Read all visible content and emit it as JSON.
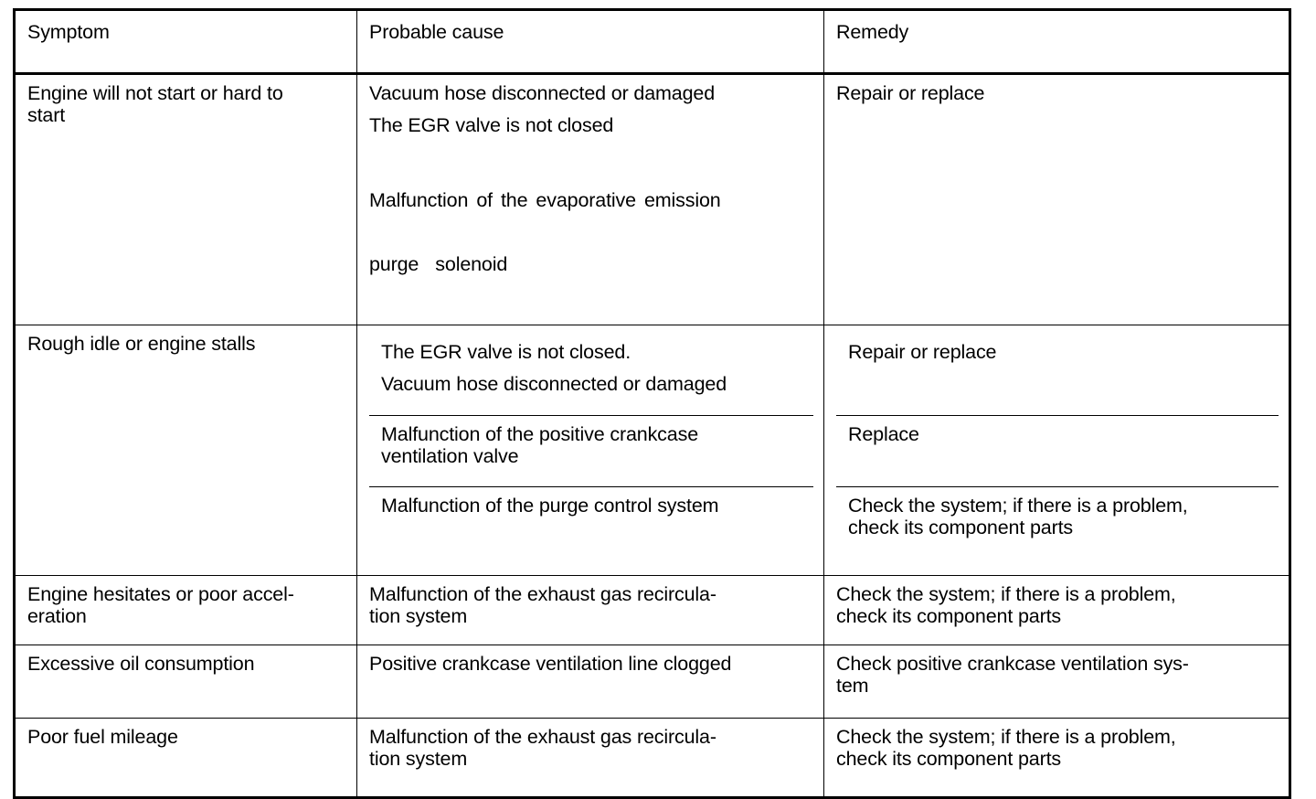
{
  "document": {
    "kind": "troubleshooting-table",
    "ink_color": "#000000",
    "paper_color": "#ffffff"
  },
  "table": {
    "headers": {
      "symptom": "Symptom",
      "cause": "Probable cause",
      "remedy": "Remedy"
    },
    "rows": [
      {
        "id": "engine-will-not-start",
        "symptom_lines": [
          "Engine will not start or hard to",
          "start"
        ],
        "causes": [
          {
            "lines": [
              "Vacuum hose disconnected or damaged",
              "The EGR valve is not closed"
            ],
            "justified_lines": [
              "Malfunction of the evaporative emission",
              "purge  solenoid"
            ]
          }
        ],
        "remedies": [
          {
            "lines": [
              "Repair or replace"
            ]
          }
        ]
      },
      {
        "id": "rough-idle-or-engine-stalls",
        "symptom_lines": [
          "Rough idle or engine stalls"
        ],
        "causes": [
          {
            "lines": [
              "The EGR valve is not closed.",
              "Vacuum hose disconnected or damaged"
            ]
          },
          {
            "lines": [
              "Malfunction of the positive crankcase",
              "ventilation valve"
            ]
          },
          {
            "lines": [
              "Malfunction of the purge control system"
            ]
          }
        ],
        "remedies": [
          {
            "lines": [
              "Repair or replace"
            ]
          },
          {
            "lines": [
              "Replace"
            ]
          },
          {
            "lines": [
              "Check the system; if there is a problem,",
              "check its component parts"
            ]
          }
        ]
      },
      {
        "id": "engine-hesitates",
        "symptom_lines": [
          "Engine hesitates or poor accel-",
          "eration"
        ],
        "causes": [
          {
            "lines": [
              "Malfunction of the exhaust gas recircula-",
              "tion system"
            ]
          }
        ],
        "remedies": [
          {
            "lines": [
              "Check the system; if there is a problem,",
              "check its component parts"
            ]
          }
        ]
      },
      {
        "id": "excessive-oil-consumption",
        "symptom_lines": [
          "Excessive oil consumption"
        ],
        "causes": [
          {
            "lines": [
              "Positive crankcase ventilation line clogged"
            ]
          }
        ],
        "remedies": [
          {
            "lines": [
              "Check positive crankcase ventilation sys-",
              "tem"
            ]
          }
        ]
      },
      {
        "id": "poor-fuel-mileage",
        "symptom_lines": [
          "Poor fuel mileage"
        ],
        "causes": [
          {
            "lines": [
              "Malfunction of the exhaust gas recircula-",
              "tion system"
            ]
          }
        ],
        "remedies": [
          {
            "lines": [
              "Check the system; if there is a problem,",
              "check its component parts"
            ]
          }
        ]
      }
    ]
  }
}
